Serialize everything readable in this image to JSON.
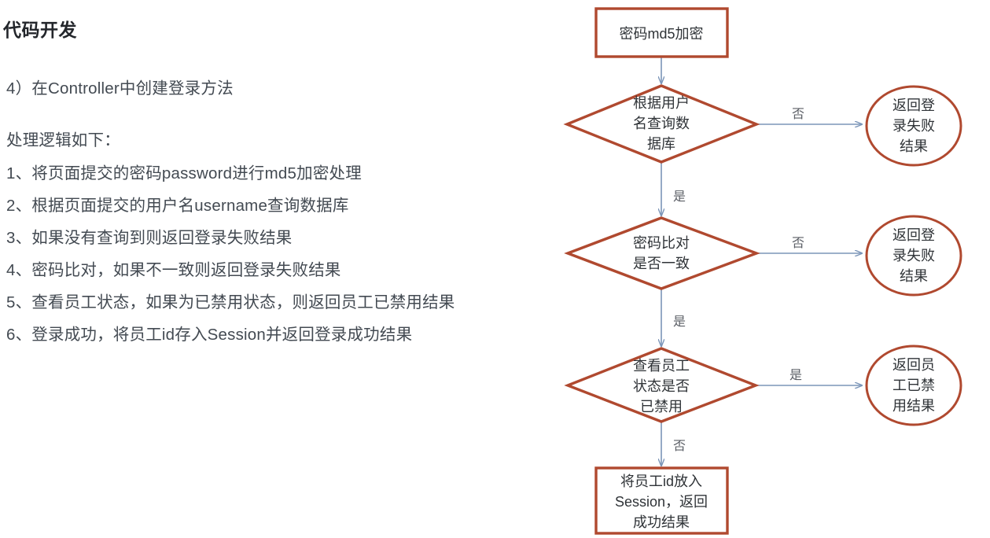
{
  "page": {
    "title": "代码开发",
    "intro": "4）在Controller中创建登录方法",
    "logic_header": "处理逻辑如下：",
    "steps": [
      "1、将页面提交的密码password进行md5加密处理",
      "2、根据页面提交的用户名username查询数据库",
      "3、如果没有查询到则返回登录失败结果",
      "4、密码比对，如果不一致则返回登录失败结果",
      "5、查看员工状态，如果为已禁用状态，则返回员工已禁用结果",
      "6、登录成功，将员工id存入Session并返回登录成功结果"
    ]
  },
  "flowchart": {
    "type": "flowchart",
    "colors": {
      "node_border": "#b0492f",
      "connector": "#7b95b8",
      "node_text": "#2f3337",
      "edge_label_text": "#5b5f66",
      "node_fill": "#ffffff"
    },
    "nodes": [
      {
        "id": "md5",
        "shape": "rectangle",
        "lines": [
          "密码md5加密"
        ]
      },
      {
        "id": "query-db",
        "shape": "diamond",
        "lines": [
          "根据用户",
          "名查询数",
          "据库"
        ]
      },
      {
        "id": "fail-1",
        "shape": "ellipse",
        "lines": [
          "返回登",
          "录失败",
          "结果"
        ]
      },
      {
        "id": "compare-pwd",
        "shape": "diamond",
        "lines": [
          "密码比对",
          "是否一致"
        ]
      },
      {
        "id": "fail-2",
        "shape": "ellipse",
        "lines": [
          "返回登",
          "录失败",
          "结果"
        ]
      },
      {
        "id": "check-status",
        "shape": "diamond",
        "lines": [
          "查看员工",
          "状态是否",
          "已禁用"
        ]
      },
      {
        "id": "disabled",
        "shape": "ellipse",
        "lines": [
          "返回员",
          "工已禁",
          "用结果"
        ]
      },
      {
        "id": "success",
        "shape": "rectangle",
        "lines": [
          "将员工id放入",
          "Session，返回",
          "成功结果"
        ]
      }
    ],
    "edges": [
      {
        "from": "md5",
        "to": "query-db",
        "label": ""
      },
      {
        "from": "query-db",
        "to": "fail-1",
        "label": "否"
      },
      {
        "from": "query-db",
        "to": "compare-pwd",
        "label": "是"
      },
      {
        "from": "compare-pwd",
        "to": "fail-2",
        "label": "否"
      },
      {
        "from": "compare-pwd",
        "to": "check-status",
        "label": "是"
      },
      {
        "from": "check-status",
        "to": "disabled",
        "label": "是"
      },
      {
        "from": "check-status",
        "to": "success",
        "label": "否"
      }
    ]
  }
}
